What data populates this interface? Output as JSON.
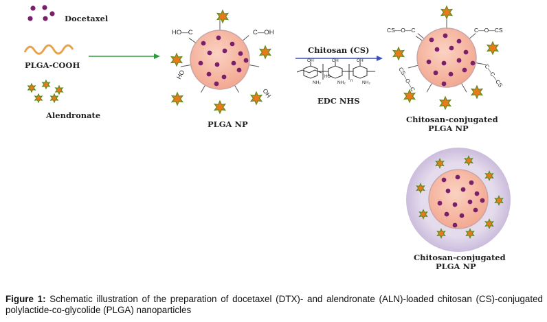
{
  "legend": {
    "docetaxel": "Docetaxel",
    "plga_cooh": "PLGA-COOH",
    "alendronate": "Alendronate"
  },
  "nanoparticles": {
    "plga_np": "PLGA NP",
    "chitosan_np_top_line1": "Chitosan-conjugated",
    "chitosan_np_top_line2": "PLGA NP",
    "chitosan_np_bottom_line1": "Chitosan-conjugated",
    "chitosan_np_bottom_line2": "PLGA NP"
  },
  "reaction": {
    "reagent": "Chitosan (CS)",
    "conditions": "EDC   NHS"
  },
  "groups": {
    "cooh": "C—OH",
    "cs_ester": "CS—O—C",
    "ester_cs": "C—O—CS",
    "oh": "OH",
    "nh2": "NH₂",
    "ho": "HO",
    "n": "n"
  },
  "caption": {
    "label": "Figure 1:",
    "text": "Schematic illustration of the preparation of docetaxel (DTX)- and alendronate (ALN)-loaded chitosan (CS)-conjugated polylactide-co-glycolide (PLGA) nanoparticles"
  },
  "colors": {
    "drug": "#7a1f6b",
    "star": "#e87a1a",
    "star_edge": "#5f8a1e",
    "np_fill": "#f7b8a3",
    "np_edge": "#c9a6a6",
    "shell": "#d9cde6",
    "polymer": "#e8a24c",
    "arrow1": "#2e9a3a",
    "arrow2": "#3b4fb8"
  }
}
